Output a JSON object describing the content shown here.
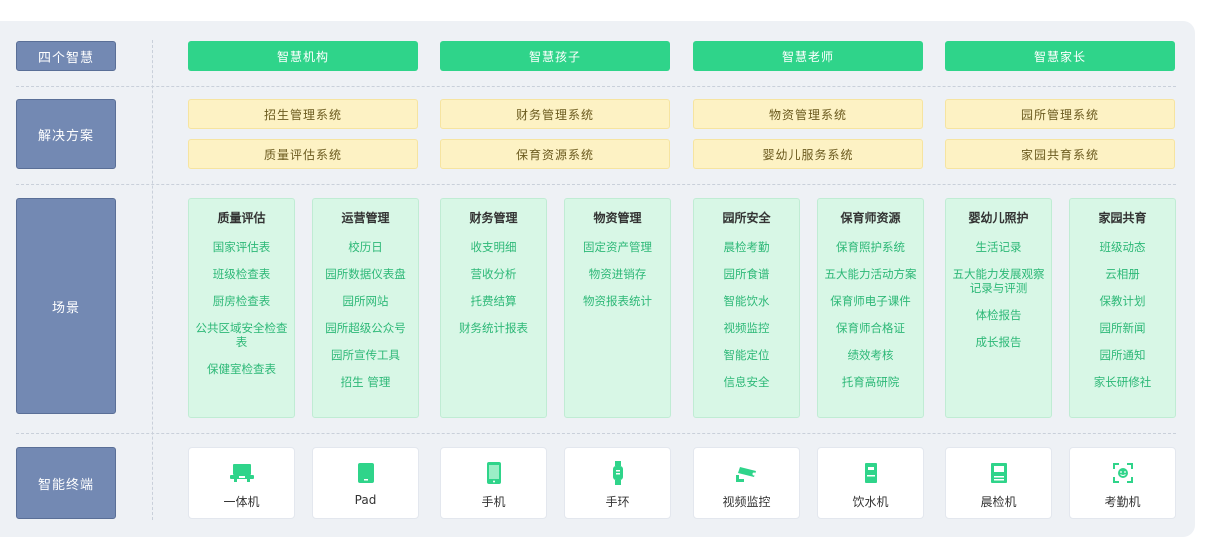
{
  "row_labels": {
    "wisdom": "四个智慧",
    "solutions": "解决方案",
    "scenarios": "场景",
    "terminals": "智能终端"
  },
  "wisdom": [
    "智慧机构",
    "智慧孩子",
    "智慧老师",
    "智慧家长"
  ],
  "solutions_row1": [
    "招生管理系统",
    "财务管理系统",
    "物资管理系统",
    "园所管理系统"
  ],
  "solutions_row2": [
    "质量评估系统",
    "保育资源系统",
    "婴幼儿服务系统",
    "家园共育系统"
  ],
  "scenarios": [
    {
      "title": "质量评估",
      "items": [
        "国家评估表",
        "班级检查表",
        "厨房检查表",
        "公共区域安全检查表",
        "保健室检查表"
      ]
    },
    {
      "title": "运营管理",
      "items": [
        "校历日",
        "园所数据仪表盘",
        "园所网站",
        "园所超级公众号",
        "园所宣传工具",
        "招生 管理"
      ]
    },
    {
      "title": "财务管理",
      "items": [
        "收支明细",
        "营收分析",
        "托费结算",
        "财务统计报表"
      ]
    },
    {
      "title": "物资管理",
      "items": [
        "固定资产管理",
        "物资进销存",
        "物资报表统计"
      ]
    },
    {
      "title": "园所安全",
      "items": [
        "晨检考勤",
        "园所食谱",
        "智能饮水",
        "视频监控",
        "智能定位",
        "信息安全"
      ]
    },
    {
      "title": "保育师资源",
      "items": [
        "保育照护系统",
        "五大能力活动方案",
        "保育师电子课件",
        "保育师合格证",
        "绩效考核",
        "托育高研院"
      ]
    },
    {
      "title": "婴幼儿照护",
      "items": [
        "生活记录",
        "五大能力发展观察记录与评测",
        "体检报告",
        "成长报告"
      ]
    },
    {
      "title": "家园共育",
      "items": [
        "班级动态",
        "云相册",
        "保教计划",
        "园所新闻",
        "园所通知",
        "家长研修社"
      ]
    }
  ],
  "terminals": [
    {
      "label": "一体机",
      "icon": "all-in-one-icon"
    },
    {
      "label": "Pad",
      "icon": "tablet-icon"
    },
    {
      "label": "手机",
      "icon": "phone-icon"
    },
    {
      "label": "手环",
      "icon": "wristband-icon"
    },
    {
      "label": "视频监控",
      "icon": "camera-icon"
    },
    {
      "label": "饮水机",
      "icon": "water-dispenser-icon"
    },
    {
      "label": "晨检机",
      "icon": "inspection-machine-icon"
    },
    {
      "label": "考勤机",
      "icon": "face-attendance-icon"
    }
  ],
  "colors": {
    "accent_green": "#2fd48a",
    "label_blue": "#7389b3",
    "solution_yellow": "#fdf2c4",
    "scene_green": "#d8f7e6",
    "item_green": "#2db877"
  }
}
